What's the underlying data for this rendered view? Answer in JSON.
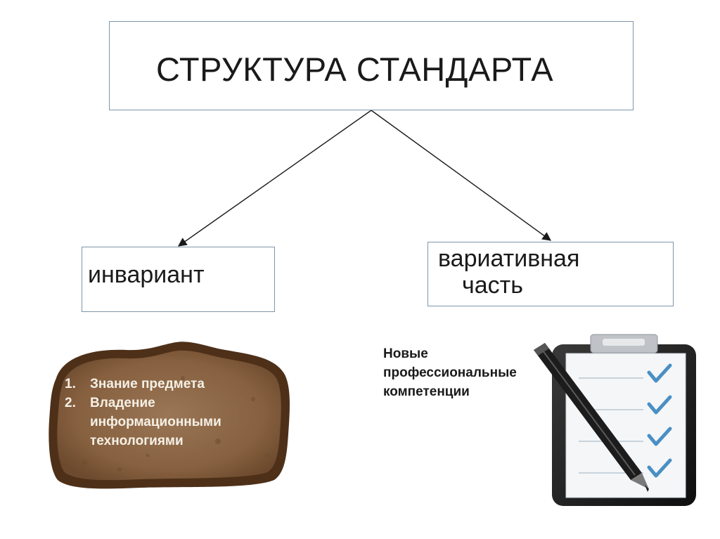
{
  "title": "СТРУКТУРА СТАНДАРТА",
  "invariant": {
    "label": "инвариант"
  },
  "variative": {
    "line1": "вариативная",
    "line2": "часть"
  },
  "bread_list": {
    "item1_num": "1.",
    "item1": "Знание предмета",
    "item2_num": "2.",
    "item2_l1": "Владение",
    "item2_l2": "информационными",
    "item2_l3": "технологиями"
  },
  "competencies": {
    "line1": "Новые",
    "line2": "профессиональные",
    "line3": "компетенции"
  },
  "colors": {
    "box_border": "#7f95aa",
    "bread_crust": "#5b3a22",
    "bread_crumb": "#8a6545",
    "check": "#4a8fc4",
    "pen": "#1c1c1c"
  },
  "icons": [
    "bread-slice-icon",
    "clipboard-checklist-icon",
    "pen-icon"
  ]
}
